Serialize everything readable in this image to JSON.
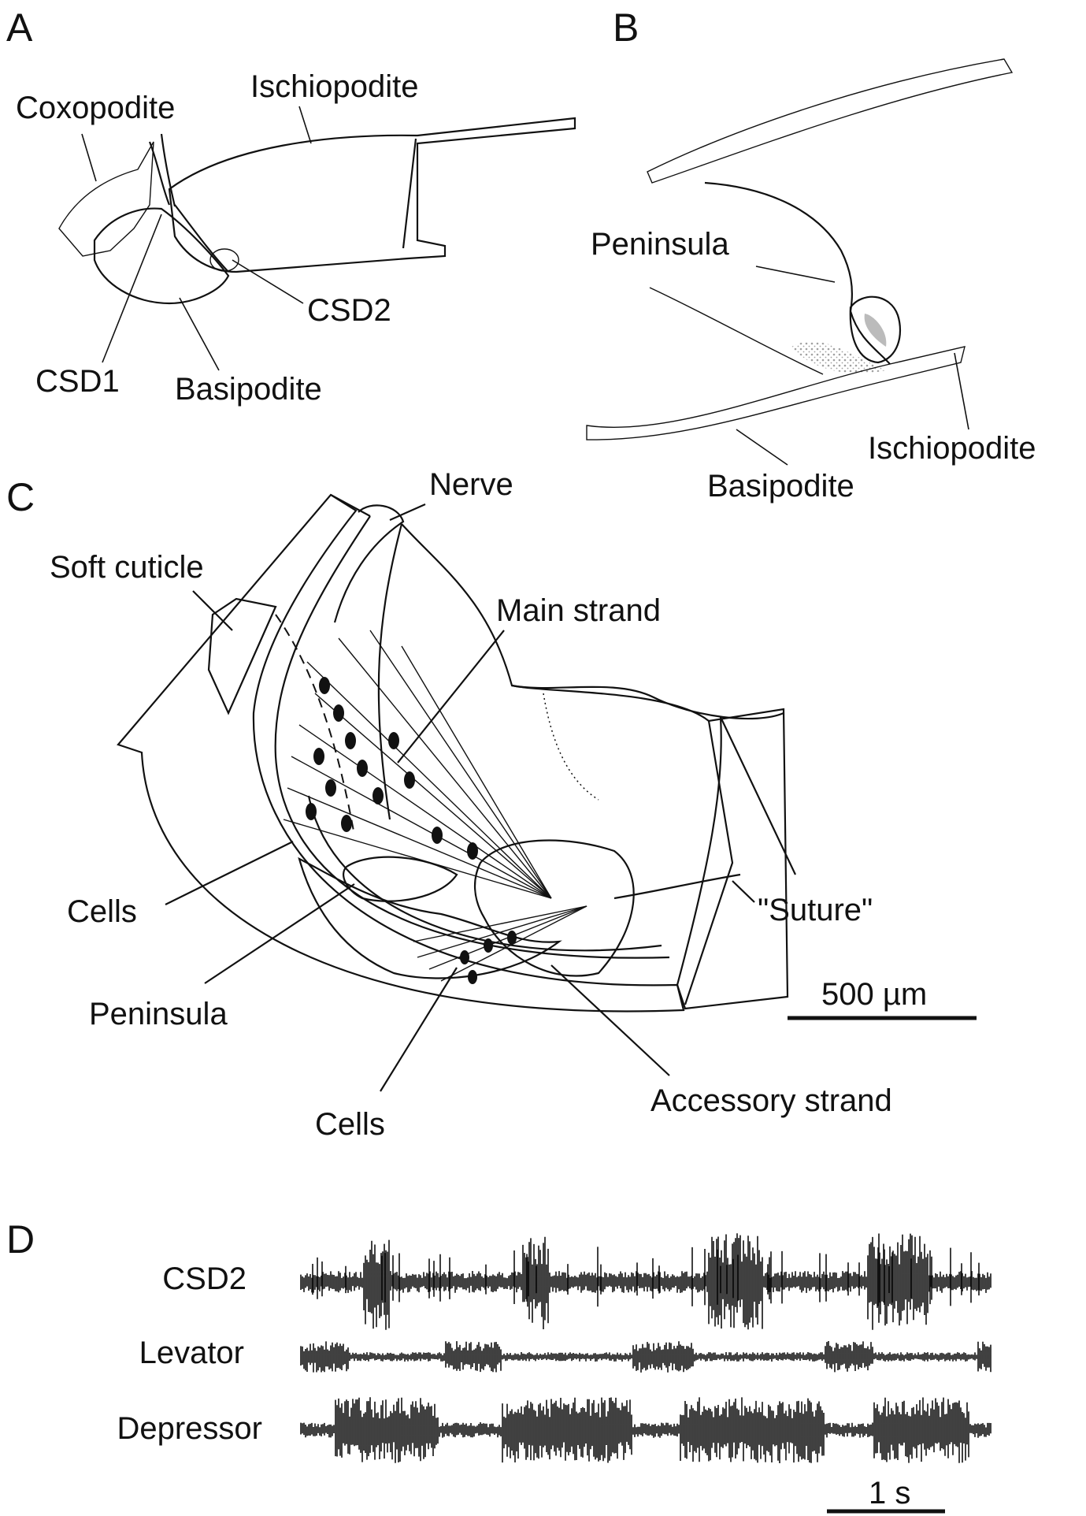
{
  "panels": {
    "A": {
      "letter": "A",
      "labels": {
        "coxopodite": "Coxopodite",
        "ischiopodite": "Ischiopodite",
        "csd1": "CSD1",
        "csd2": "CSD2",
        "basipodite": "Basipodite"
      }
    },
    "B": {
      "letter": "B",
      "labels": {
        "peninsula": "Peninsula",
        "ischiopodite": "Ischiopodite",
        "basipodite": "Basipodite"
      }
    },
    "C": {
      "letter": "C",
      "labels": {
        "nerve": "Nerve",
        "soft_cuticle": "Soft cuticle",
        "main_strand": "Main strand",
        "cells_left": "Cells",
        "suture": "\"Suture\"",
        "peninsula": "Peninsula",
        "cells_bottom": "Cells",
        "accessory_strand": "Accessory strand"
      },
      "scale_bar": "500 µm"
    },
    "D": {
      "letter": "D",
      "traces": [
        {
          "label": "CSD2",
          "bursts": [
            [
              0.09,
              0.13,
              1.0
            ],
            [
              0.32,
              0.36,
              1.0
            ],
            [
              0.59,
              0.67,
              1.0
            ],
            [
              0.82,
              0.91,
              1.0
            ]
          ]
        },
        {
          "label": "Levator",
          "bursts": [
            [
              0.0,
              0.07,
              0.5
            ],
            [
              0.21,
              0.29,
              0.5
            ],
            [
              0.48,
              0.57,
              0.5
            ],
            [
              0.76,
              0.83,
              0.5
            ],
            [
              0.98,
              1.0,
              0.5
            ]
          ]
        },
        {
          "label": "Depressor",
          "bursts": [
            [
              0.05,
              0.2,
              0.8
            ],
            [
              0.29,
              0.48,
              0.8
            ],
            [
              0.55,
              0.76,
              0.8
            ],
            [
              0.83,
              0.97,
              0.8
            ]
          ]
        }
      ],
      "scale_bar": "1 s"
    }
  }
}
